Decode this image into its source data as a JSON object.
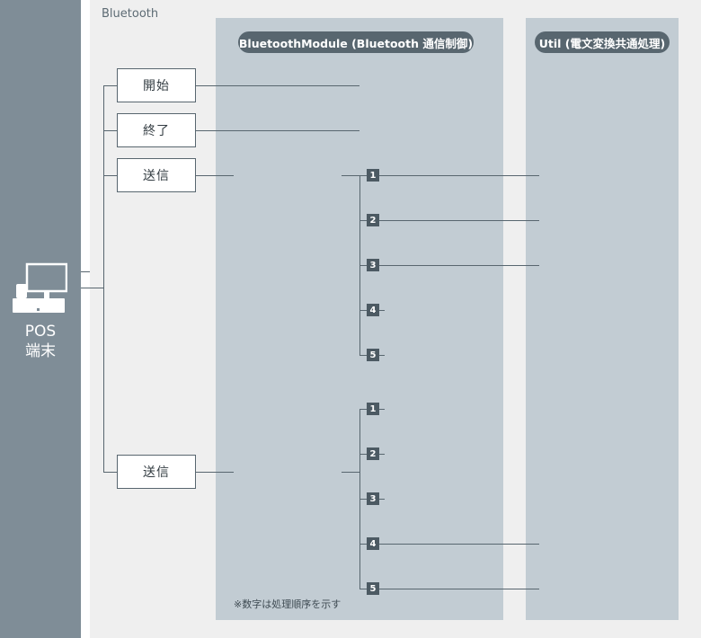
{
  "title": "Bluetooth",
  "columns": {
    "module": "BluetoothModule (Bluetooth 通信制御)",
    "util": "Util (電文変換共通処理)"
  },
  "terminal": {
    "line1": "POS",
    "line2": "端末"
  },
  "actions": [
    {
      "label": "開始"
    },
    {
      "label": "終了"
    },
    {
      "label": "送信"
    },
    {
      "label": "送信"
    }
  ],
  "steps": {
    "group1": [
      "1",
      "2",
      "3",
      "4",
      "5"
    ],
    "group2": [
      "1",
      "2",
      "3",
      "4",
      "5"
    ]
  },
  "note": "※数字は処理順序を示す",
  "colors": {
    "left_panel": "#7f8d97",
    "column_bg": "#c2ccd3",
    "pill_bg": "#58666f",
    "line": "#58666f"
  }
}
